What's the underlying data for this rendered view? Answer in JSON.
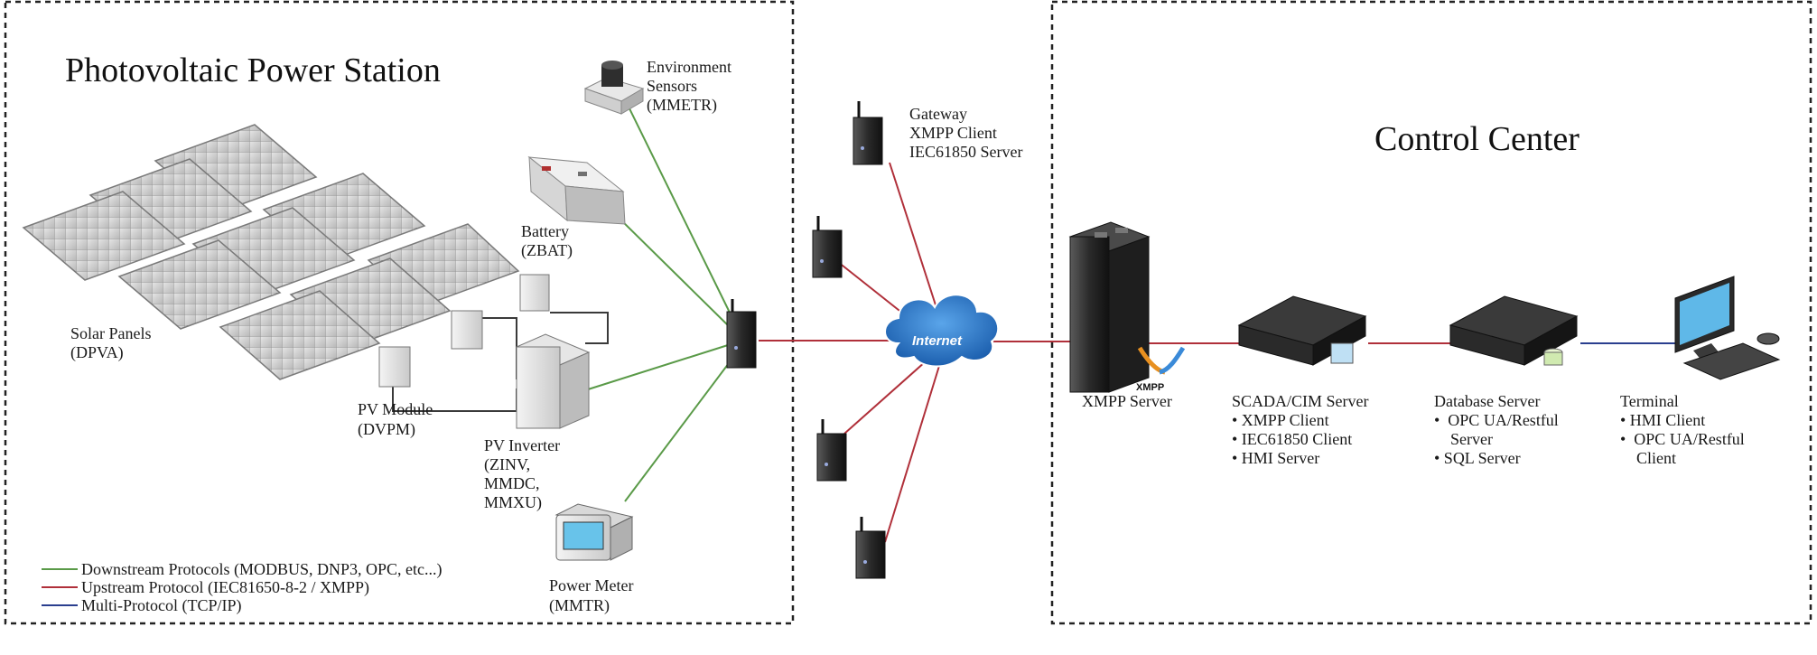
{
  "colors": {
    "downstream": "#5a9a48",
    "upstream": "#b0303a",
    "multi": "#2a3f8f",
    "cloud": "#2d78c8"
  },
  "regions": {
    "pv_station_title": "Photovoltaic Power Station",
    "control_center_title": "Control Center"
  },
  "devices": {
    "env_sensors": [
      "Environment",
      "Sensors",
      "(MMETR)"
    ],
    "battery": [
      "Battery",
      "(ZBAT)"
    ],
    "solar_panels": [
      "Solar Panels",
      "(DPVA)"
    ],
    "pv_module": [
      "PV Module",
      "(DVPM)"
    ],
    "pv_inverter": [
      "PV Inverter",
      "(ZINV,",
      "MMDC,",
      "MMXU)"
    ],
    "power_meter": [
      "Power Meter",
      "(MMTR)"
    ],
    "gateway": [
      "Gateway",
      "XMPP Client",
      "IEC61850 Server"
    ],
    "internet": "Internet",
    "xmpp_logo": "XMPP",
    "xmpp_server": "XMPP Server",
    "scada_server": [
      "SCADA/CIM Server",
      "•  XMPP Client",
      "•  IEC61850 Client",
      "•  HMI Server"
    ],
    "database_server": [
      "Database Server",
      "•  OPC UA/Restful",
      "    Server",
      "•  SQL Server"
    ],
    "terminal": [
      "Terminal",
      "•  HMI Client",
      "•  OPC UA/Restful",
      "    Client"
    ]
  },
  "legend": {
    "downstream": "Downstream Protocols (MODBUS, DNP3,  OPC, etc...)",
    "upstream": "Upstream Protocol (IEC81650-8-2 / XMPP)",
    "multi": "Multi-Protocol (TCP/IP)"
  }
}
